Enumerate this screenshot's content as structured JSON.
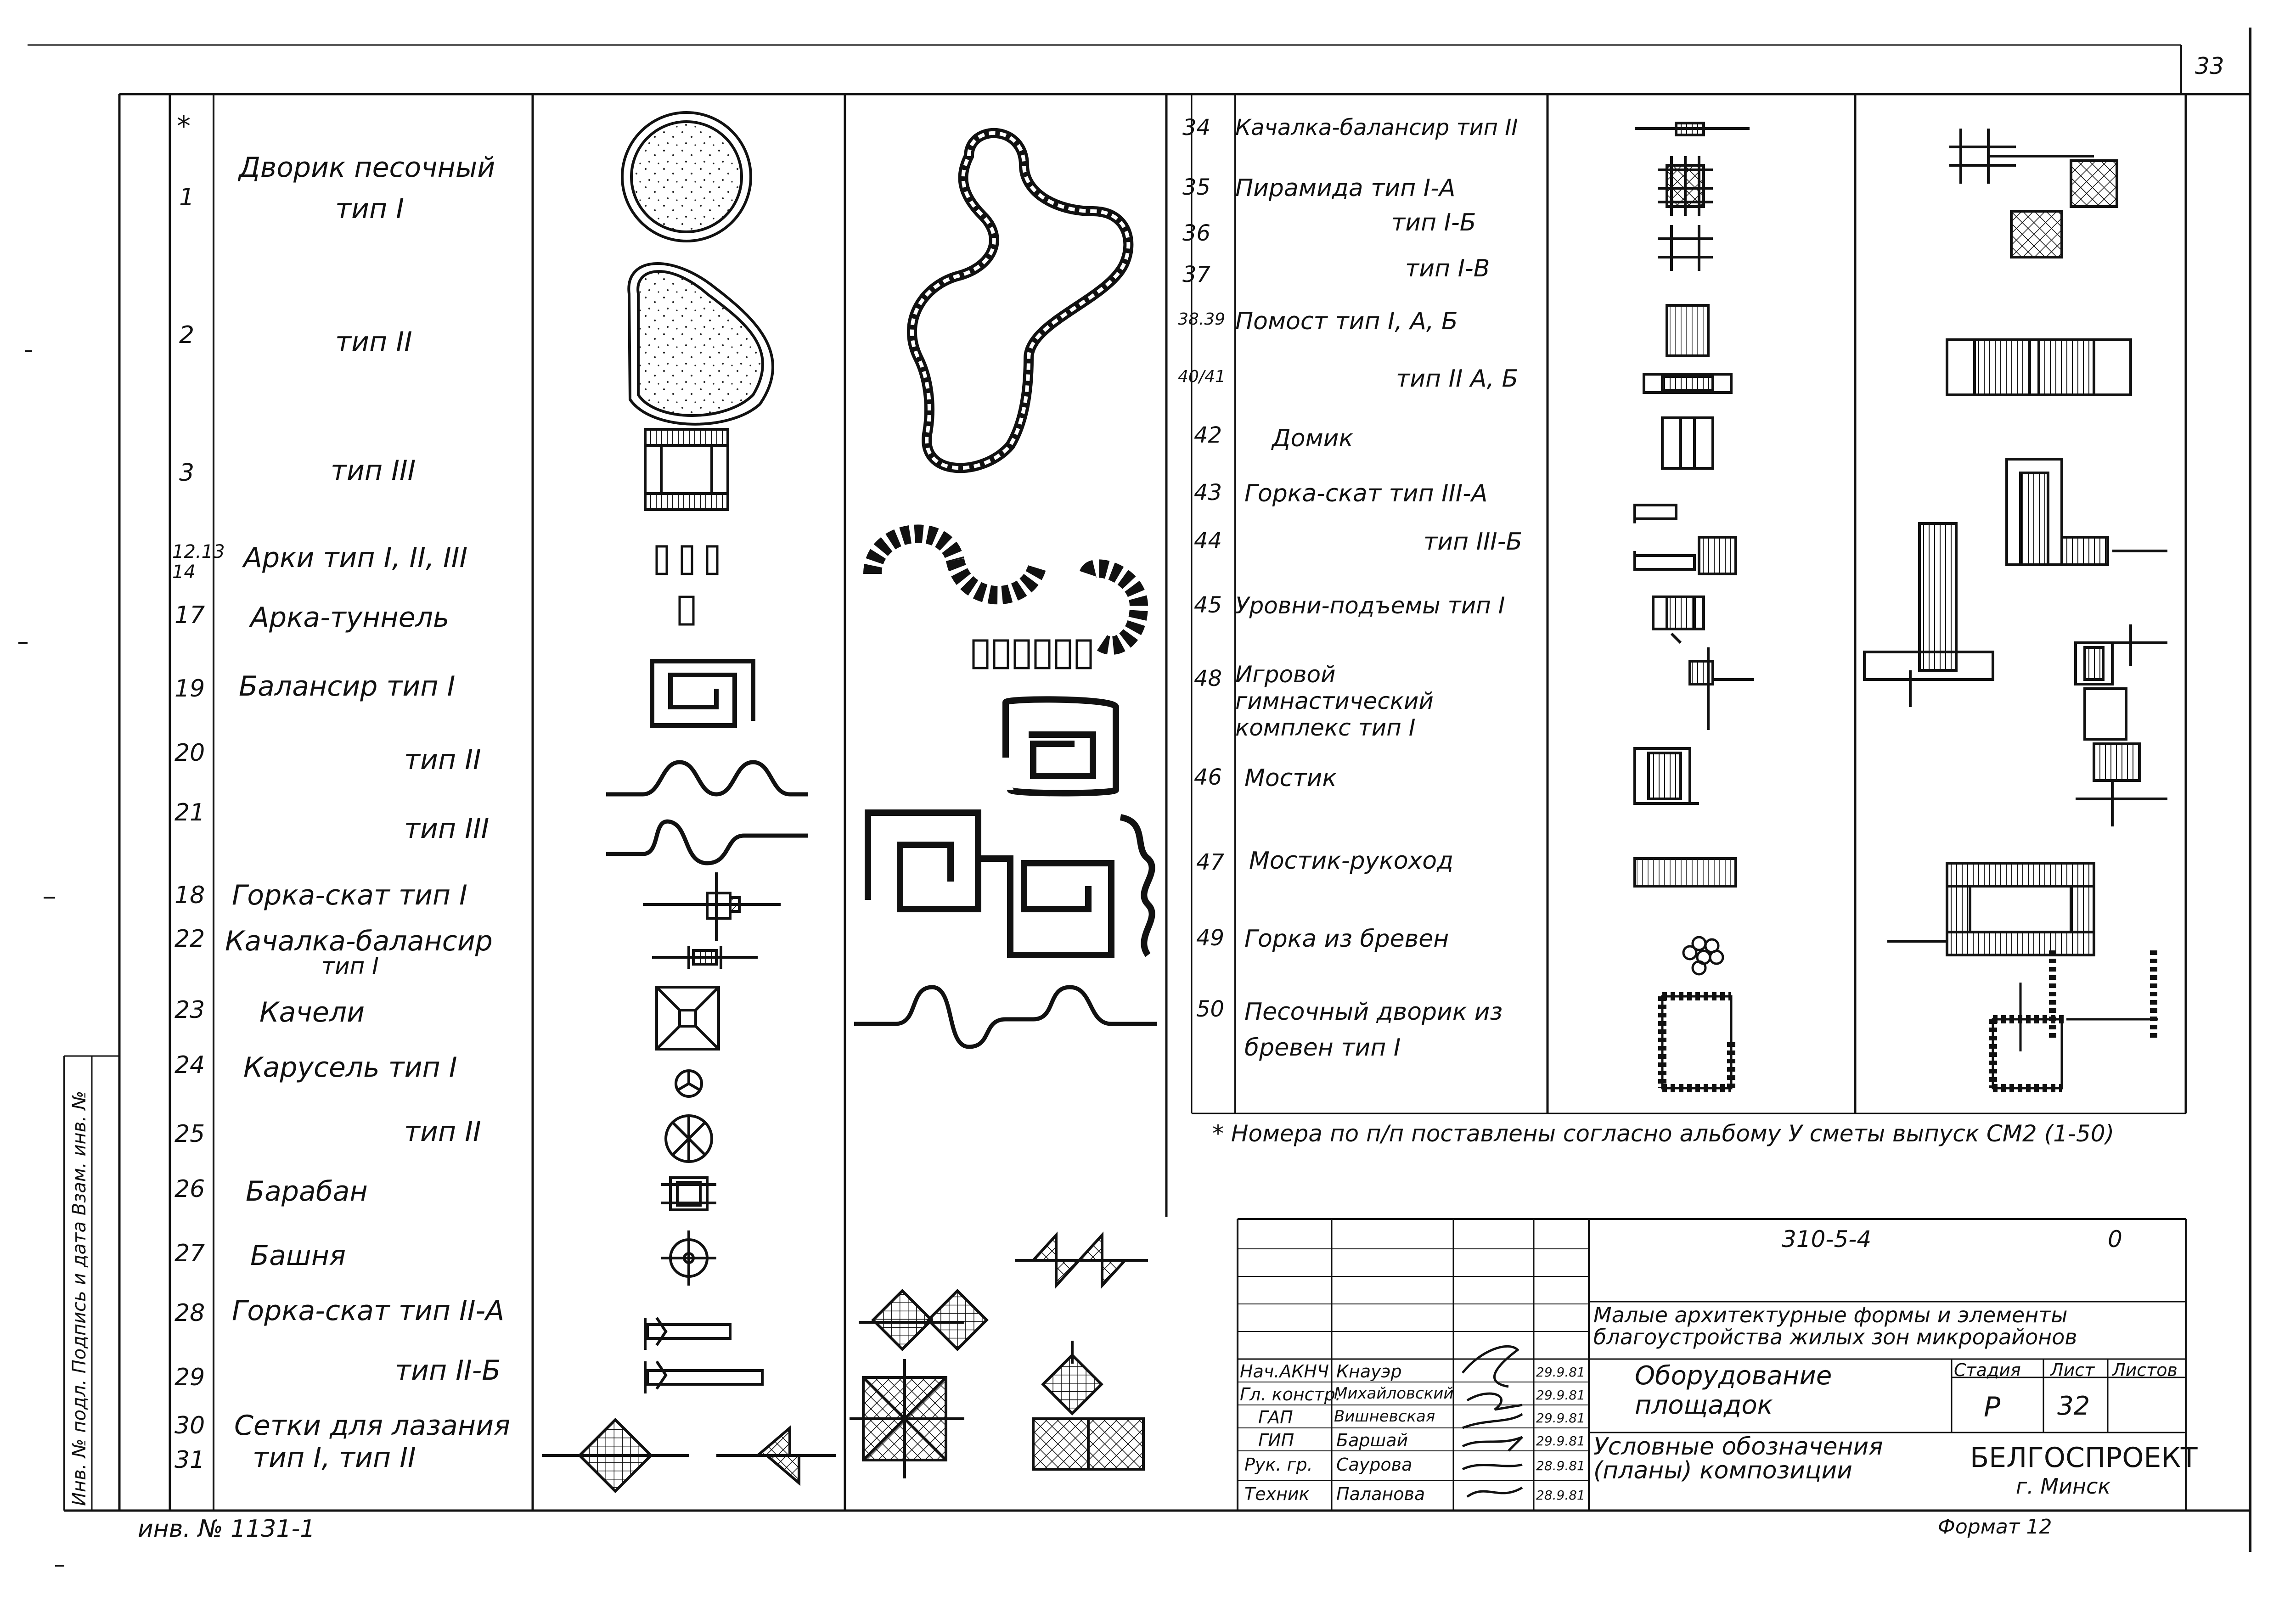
{
  "page_number": "33",
  "left_table": {
    "header_mark": "*",
    "rows": [
      {
        "num": "1",
        "label": "Дворик песочный",
        "label2": "тип I"
      },
      {
        "num": "2",
        "label": "тип II",
        "label2": ""
      },
      {
        "num": "3",
        "label": "тип III",
        "label2": ""
      },
      {
        "num": "12.13\n14",
        "label": "Арки тип I, II, III",
        "label2": ""
      },
      {
        "num": "17",
        "label": "Арка-туннель",
        "label2": ""
      },
      {
        "num": "19",
        "label": "Балансир тип I",
        "label2": ""
      },
      {
        "num": "20",
        "label": "тип II",
        "label2": ""
      },
      {
        "num": "21",
        "label": "тип III",
        "label2": ""
      },
      {
        "num": "18",
        "label": "Горка-скат тип I",
        "label2": ""
      },
      {
        "num": "22",
        "label": "Качалка-балансир",
        "label2": "тип I"
      },
      {
        "num": "23",
        "label": "Качели",
        "label2": ""
      },
      {
        "num": "24",
        "label": "Карусель тип I",
        "label2": ""
      },
      {
        "num": "25",
        "label": "тип II",
        "label2": ""
      },
      {
        "num": "26",
        "label": "Барабан",
        "label2": ""
      },
      {
        "num": "27",
        "label": "Башня",
        "label2": ""
      },
      {
        "num": "28",
        "label": "Горка-скат тип II-А",
        "label2": ""
      },
      {
        "num": "29",
        "label": "тип II-Б",
        "label2": ""
      },
      {
        "num": "30",
        "label": "Сетки для лазания",
        "label2": ""
      },
      {
        "num": "31",
        "label": "тип I, тип II",
        "label2": ""
      }
    ]
  },
  "right_table": {
    "rows": [
      {
        "num": "34",
        "label": "Качалка-балансир тип II"
      },
      {
        "num": "35",
        "label": "Пирамида тип I-А"
      },
      {
        "num": "36",
        "label": "тип I-Б"
      },
      {
        "num": "37",
        "label": "тип I-В"
      },
      {
        "num": "38.39",
        "label": "Помост тип I, А, Б"
      },
      {
        "num": "40/41",
        "label": "тип II А, Б"
      },
      {
        "num": "42",
        "label": "Домик"
      },
      {
        "num": "43",
        "label": "Горка-скат тип III-А"
      },
      {
        "num": "44",
        "label": "тип III-Б"
      },
      {
        "num": "45",
        "label": "Уровни-подъемы тип I"
      },
      {
        "num": "48",
        "label": "Игровой гимнастический комплекс тип I"
      },
      {
        "num": "46",
        "label": "Мостик"
      },
      {
        "num": "47",
        "label": "Мостик-рукоход"
      },
      {
        "num": "49",
        "label": "Горка из бревен"
      },
      {
        "num": "50",
        "label": "Песочный дворик из бревен тип I"
      }
    ]
  },
  "footnote": "* Номера по п/п поставлены согласно альбому У сметы выпуск СМ2 (1-50)",
  "side_stamp": "Инв. № подл.   Подпись и дата   Взам. инв. №",
  "inventory": "инв. № 1131-1",
  "title_block": {
    "code": "310-5-4",
    "sheet_mark": "0",
    "project_title": "Малые архитектурные формы и элементы благоустройства жилых зон микрорайонов",
    "section": "Оборудование площадок",
    "drawing_title": "Условные обозначения (планы) композиции",
    "stage_label": "Стадия",
    "sheet_label": "Лист",
    "sheets_label": "Листов",
    "stage": "Р",
    "sheet": "32",
    "sheets": "",
    "org": "БЕЛГОСПРОЕКТ",
    "city": "г. Минск",
    "format": "Формат 12",
    "signers": [
      {
        "role": "Нач.АКНЧ",
        "name": "Кнауэр",
        "date": "29.9.81"
      },
      {
        "role": "Гл. констр.",
        "name": "Михайловский",
        "date": "29.9.81"
      },
      {
        "role": "ГАП",
        "name": "Вишневская",
        "date": "29.9.81"
      },
      {
        "role": "ГИП",
        "name": "Баршай",
        "date": "29.9.81"
      },
      {
        "role": "Рук. гр.",
        "name": "Саурова",
        "date": "28.9.81"
      },
      {
        "role": "Техник",
        "name": "Паланова",
        "date": "28.9.81"
      }
    ]
  }
}
